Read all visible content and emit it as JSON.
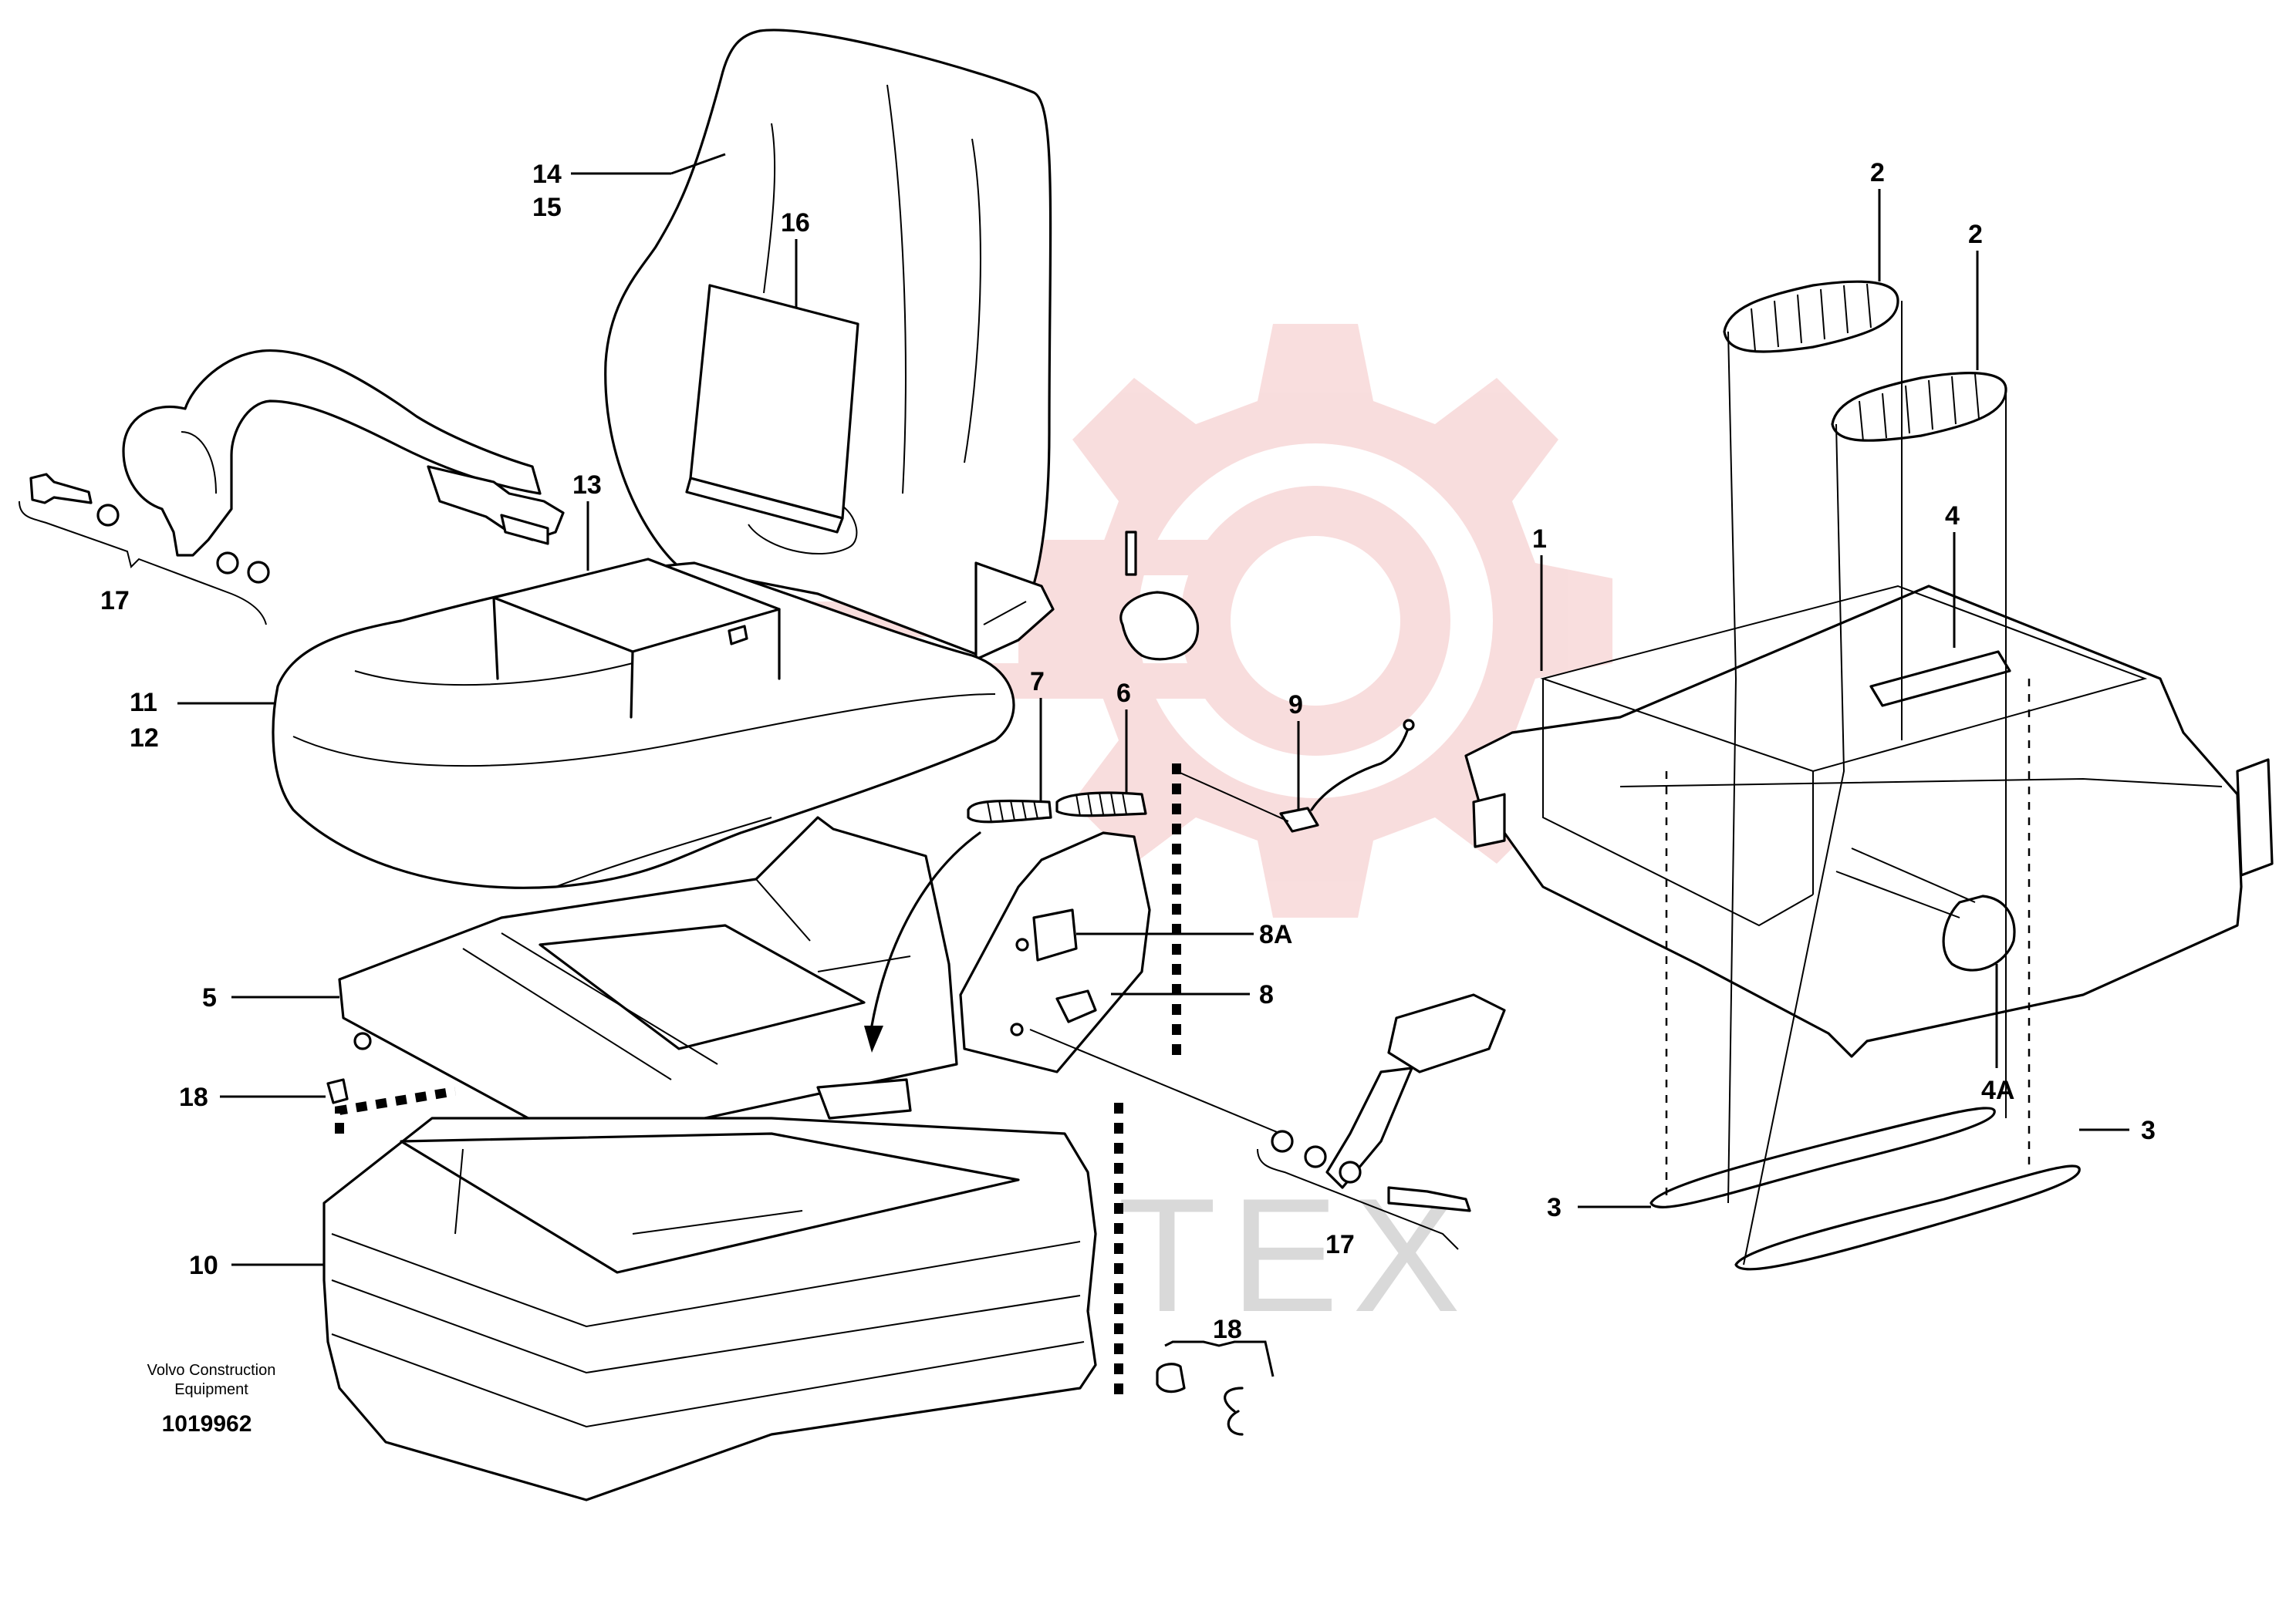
{
  "watermark": {
    "text": "ИНТЕХ",
    "color": "#e8a7a7"
  },
  "callouts": [
    {
      "id": "14",
      "label": "14"
    },
    {
      "id": "15",
      "label": "15"
    },
    {
      "id": "16",
      "label": "16"
    },
    {
      "id": "13",
      "label": "13"
    },
    {
      "id": "17a",
      "label": "17"
    },
    {
      "id": "11",
      "label": "11"
    },
    {
      "id": "12",
      "label": "12"
    },
    {
      "id": "7",
      "label": "7"
    },
    {
      "id": "6",
      "label": "6"
    },
    {
      "id": "9",
      "label": "9"
    },
    {
      "id": "8A",
      "label": "8A"
    },
    {
      "id": "8",
      "label": "8"
    },
    {
      "id": "5",
      "label": "5"
    },
    {
      "id": "18a",
      "label": "18"
    },
    {
      "id": "10",
      "label": "10"
    },
    {
      "id": "17b",
      "label": "17"
    },
    {
      "id": "18b",
      "label": "18"
    },
    {
      "id": "2a",
      "label": "2"
    },
    {
      "id": "2b",
      "label": "2"
    },
    {
      "id": "4",
      "label": "4"
    },
    {
      "id": "1",
      "label": "1"
    },
    {
      "id": "4A",
      "label": "4A"
    },
    {
      "id": "3a",
      "label": "3"
    },
    {
      "id": "3b",
      "label": "3"
    }
  ],
  "footer": {
    "line1": "Volvo Construction",
    "line2": "Equipment",
    "number": "1019962"
  }
}
